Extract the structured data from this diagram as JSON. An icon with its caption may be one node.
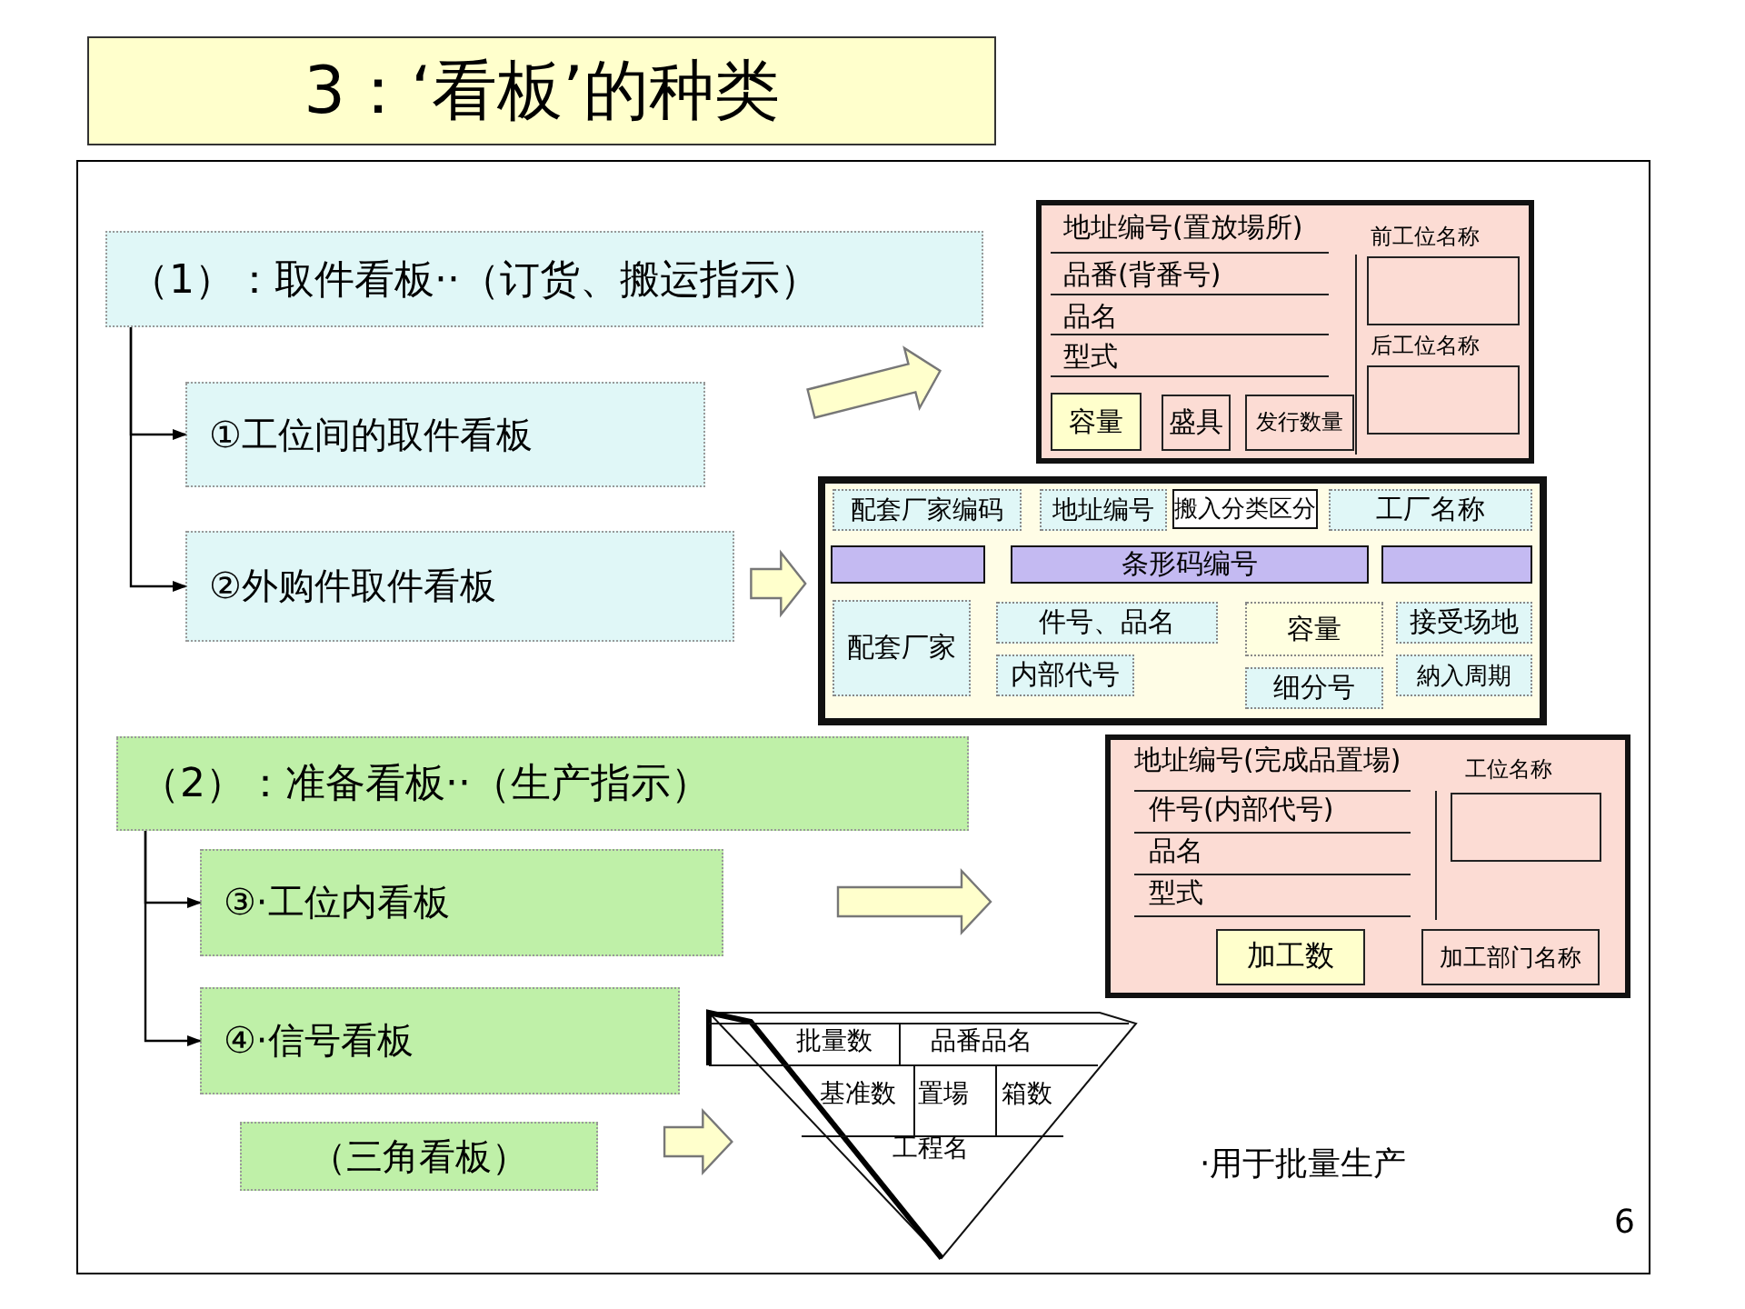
{
  "diagram": {
    "title": "3：‘看板’的种类",
    "nodes": [
      {
        "text": [
          "（1）：取件看板··（订货、搬运指示）"
        ]
      },
      {
        "text": [
          "①工位间的取件看板"
        ]
      },
      {
        "text": [
          "②外购件取件看板"
        ]
      },
      {
        "text": [
          "（2）：准备看板··（生产指示）"
        ]
      },
      {
        "text": [
          "③·工位内看板"
        ]
      },
      {
        "text": [
          "④·信号看板"
        ]
      },
      {
        "text": [
          "（三角看板）"
        ]
      },
      {
        "text": [
          "地址编号(置放場所)",
          "品番(背番号)",
          "品名",
          "型式",
          "前工位名称",
          "后工位名称"
        ]
      },
      {
        "text": [
          "容量"
        ],
        "in": 7
      },
      {
        "text": [
          "盛具"
        ],
        "in": 7
      },
      {
        "text": [
          "发行数量"
        ],
        "in": 7
      },
      {
        "text": [],
        "shape": "box"
      },
      {
        "text": [
          "配套厂家编码"
        ],
        "in": 11
      },
      {
        "text": [
          "地址编号"
        ],
        "in": 11
      },
      {
        "text": [
          "搬入分类区分"
        ],
        "in": 11
      },
      {
        "text": [
          "工厂名称"
        ],
        "in": 11
      },
      {
        "text": [],
        "shape": "bar",
        "in": 11
      },
      {
        "text": [
          "条形码编号"
        ],
        "in": 11
      },
      {
        "text": [],
        "shape": "bar",
        "in": 11
      },
      {
        "text": [
          "配套厂家"
        ],
        "in": 11
      },
      {
        "text": [
          "件号、品名"
        ],
        "in": 11
      },
      {
        "text": [
          "容量"
        ],
        "in": 11
      },
      {
        "text": [
          "接受场地"
        ],
        "in": 11
      },
      {
        "text": [
          "内部代号"
        ],
        "in": 11
      },
      {
        "text": [
          "细分号"
        ],
        "in": 11
      },
      {
        "text": [
          "納入周期"
        ],
        "in": 11
      },
      {
        "text": [
          "地址编号(完成品置場)",
          "件号(内部代号)",
          "品名",
          "型式",
          "工位名称"
        ]
      },
      {
        "text": [
          "加工数"
        ],
        "in": 26
      },
      {
        "text": [
          "加工部门名称"
        ],
        "in": 26
      },
      {
        "text": [
          "批量数",
          "品番品名",
          "基准数",
          "置場",
          "箱数",
          "工程名"
        ]
      }
    ],
    "edges": [
      {
        "from": 0,
        "to": 1,
        "arrow": "to"
      },
      {
        "from": 0,
        "to": 2,
        "arrow": "to"
      },
      {
        "from": 3,
        "to": 4,
        "arrow": "to"
      },
      {
        "from": 3,
        "to": 5,
        "arrow": "to"
      },
      {
        "from": 1,
        "to": 7,
        "arrow": "to",
        "style": "thick"
      },
      {
        "from": 2,
        "to": 11,
        "arrow": "to",
        "style": "thick"
      },
      {
        "from": 4,
        "to": 26,
        "arrow": "to",
        "style": "thick"
      },
      {
        "from": 6,
        "to": 29,
        "arrow": "to",
        "style": "thick"
      }
    ],
    "labels": [
      "·用于批量生产",
      "6"
    ]
  }
}
